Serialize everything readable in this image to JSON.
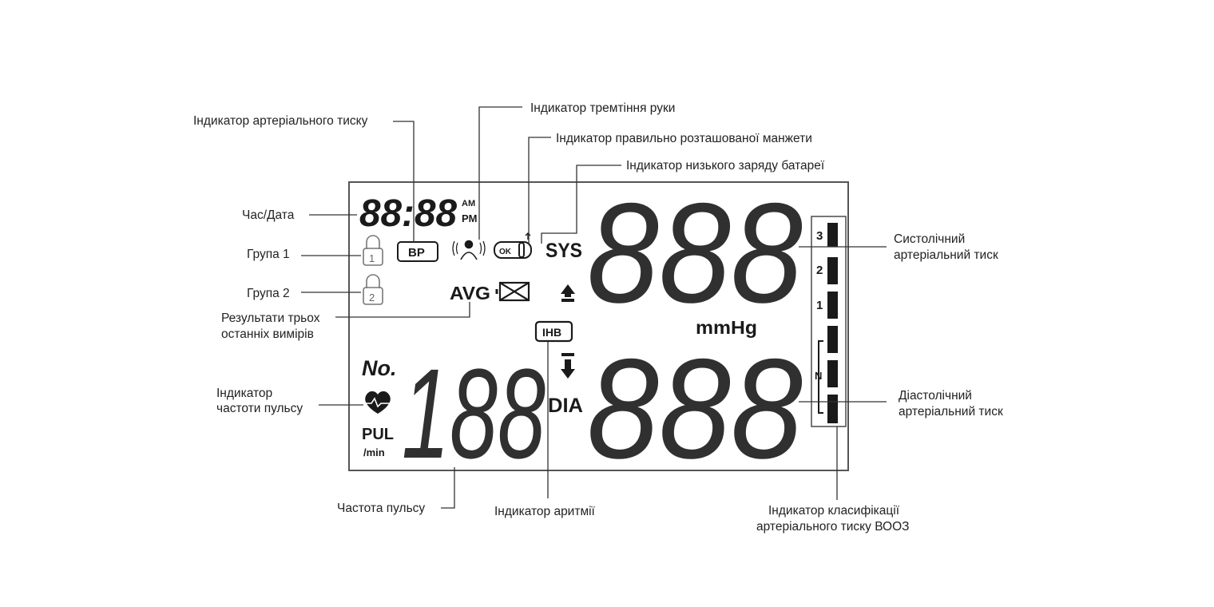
{
  "labels": {
    "bp_indicator": "Індикатор артеріального тиску",
    "hand_tremor": "Індикатор тремтіння руки",
    "cuff_position": "Індикатор правильно розташованої манжети",
    "low_battery": "Індикатор низького заряду батареї",
    "time_date": "Час/Дата",
    "group_1": "Група 1",
    "group_2": "Група 2",
    "avg_results_line1": "Результати трьох",
    "avg_results_line2": "останніх вимірів",
    "pulse_indicator_line1": "Індикатор",
    "pulse_indicator_line2": "частоти пульсу",
    "pulse_rate": "Частота пульсу",
    "arrhythmia": "Індикатор аритмії",
    "who_class_line1": "Індикатор класифікації",
    "who_class_line2": "артеріального тиску ВООЗ",
    "systolic_line1": "Систолічний",
    "systolic_line2": "артеріальний тиск",
    "diastolic_line1": "Діастолічний",
    "diastolic_line2": "артеріальний тиск"
  },
  "display": {
    "clock": "88:88",
    "am": "AM",
    "pm": "PM",
    "bp_badge": "BP",
    "cuff_ok": "OK",
    "sys": "SYS",
    "avg": "AVG",
    "mmhg": "mmHg",
    "ihb": "IHB",
    "no": "No.",
    "dia": "DIA",
    "pul": "PUL",
    "per_min": "/min",
    "systolic_digits": "888",
    "diastolic_digits": "888",
    "pulse_digits": "188",
    "memory_group_1": "1",
    "memory_group_2": "2",
    "who_scale": [
      "3",
      "2",
      "1",
      "N"
    ]
  },
  "colors": {
    "lcd_ink": "#1a1a1a",
    "frame": "#555555",
    "text": "#222222"
  },
  "icons": [
    "padlock-1-icon",
    "padlock-2-icon",
    "tremor-person-icon",
    "cuff-icon",
    "battery-crossed-icon",
    "heart-pulse-icon",
    "arrow-up-icon",
    "arrow-down-icon"
  ]
}
